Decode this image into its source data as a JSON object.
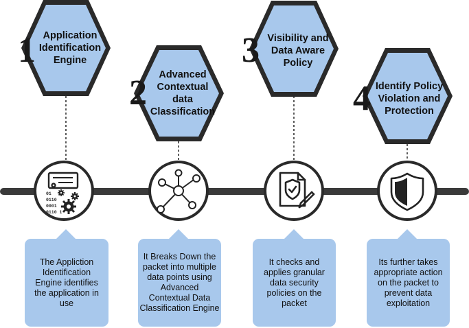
{
  "steps": [
    {
      "number": "1",
      "title": "Application\nIdentification\nEngine",
      "description": "The Appliction\nIdentification\nEngine identifies\nthe application in\nuse",
      "icon": "gears-binary-icon"
    },
    {
      "number": "2",
      "title": "Advanced\nContextual\ndata\nClassification",
      "description": "It Breaks Down the\npacket into multiple\ndata points using\nAdvanced\nContextual Data\nClassification Engine",
      "icon": "network-nodes-icon"
    },
    {
      "number": "3",
      "title": "Visibility and\nData Aware\nPolicy",
      "description": "It checks and\napplies granular\ndata security\npolicies on the\npacket",
      "icon": "policy-document-icon"
    },
    {
      "number": "4",
      "title": "Identify Policy\nViolation and\nProtection",
      "description": "Its further takes\nappropriate action\non the packet to\nprevent data\nexploitation",
      "icon": "shield-icon"
    }
  ],
  "icon_binary_text": [
    "01",
    "0110",
    "0001",
    "0110 1"
  ],
  "colors": {
    "hex_fill": "#a8c8ec",
    "hex_border": "#222222",
    "desc_fill": "#a8c8ec",
    "timeline": "#3a3a3a",
    "circle_border": "#2a2a2a"
  }
}
